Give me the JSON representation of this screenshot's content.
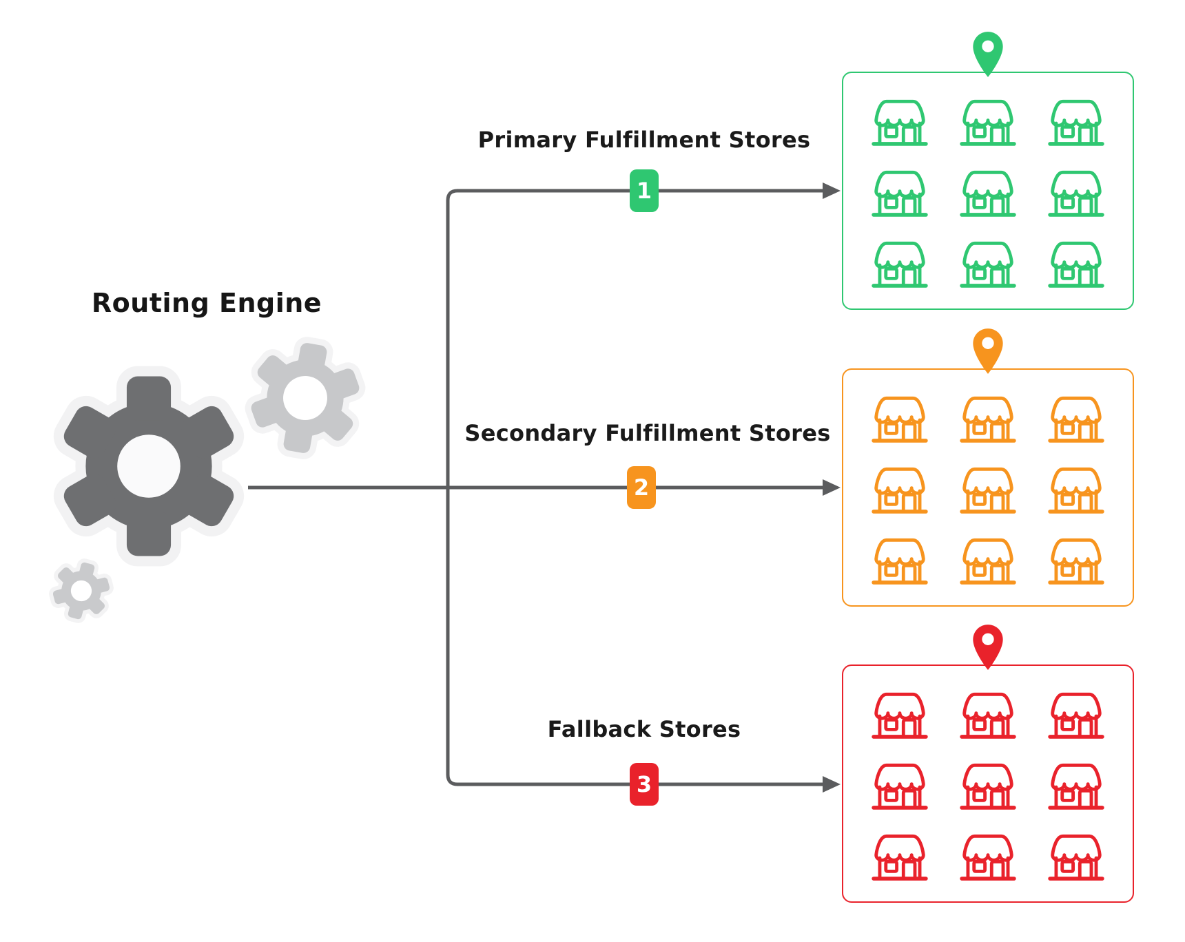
{
  "title": "Routing Engine",
  "engine": {
    "label": "Routing Engine",
    "icons": [
      "gear-large-icon",
      "gear-medium-icon",
      "gear-small-icon"
    ],
    "gear_dark_color": "#6E6F71",
    "gear_light_color": "#C7C8CA",
    "gear_halo_color": "#F2F2F3"
  },
  "connector": {
    "color": "#5B5C5E",
    "style": "orthogonal-arrows"
  },
  "branches": [
    {
      "id": "primary",
      "label": "Primary Fulfillment Stores",
      "sequence": "1",
      "color": "#2FC771",
      "store_count": 9,
      "pin_icon": "map-pin-icon"
    },
    {
      "id": "secondary",
      "label": "Secondary Fulfillment Stores",
      "sequence": "2",
      "color": "#F7941E",
      "store_count": 9,
      "pin_icon": "map-pin-icon"
    },
    {
      "id": "fallback",
      "label": "Fallback Stores",
      "sequence": "3",
      "color": "#E9222B",
      "store_count": 9,
      "pin_icon": "map-pin-icon"
    }
  ],
  "colors": {
    "background": "#FFFFFF",
    "text": "#1A1A1A",
    "connector": "#5B5C5E"
  }
}
